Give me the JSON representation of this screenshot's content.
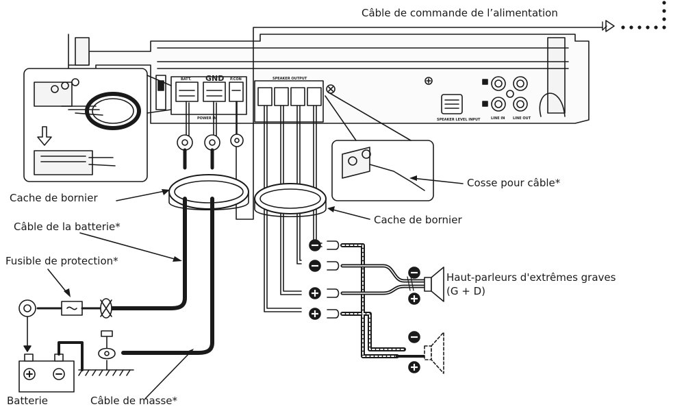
{
  "labels": {
    "power_cable": "Câble de commande de l’alimentation",
    "terminal_cover_left": "Cache de bornier",
    "battery_cable": "Câble de la batterie*",
    "fuse": "Fusible de protection*",
    "battery": "Batterie",
    "ground_cable": "Câble de masse*",
    "terminal_cover_right": "Cache de bornier",
    "cable_lug": "Cosse pour câble*",
    "subwoofer_line1": "Haut-parleurs d'extrêmes graves",
    "subwoofer_line2": "(G + D)"
  },
  "panel_text": {
    "batt": "BATT.",
    "gnd": "GND",
    "pcon": "P.CON",
    "power_in": "POWER IN",
    "speaker_output": "SPEAKER OUTPUT",
    "speaker_level_input": "SPEAKER LEVEL INPUT",
    "line_in": "LINE IN",
    "line_out": "LINE OUT"
  },
  "colors": {
    "line": "#1a1a1a",
    "background": "#ffffff",
    "panel_fill": "#f4f4f4"
  }
}
